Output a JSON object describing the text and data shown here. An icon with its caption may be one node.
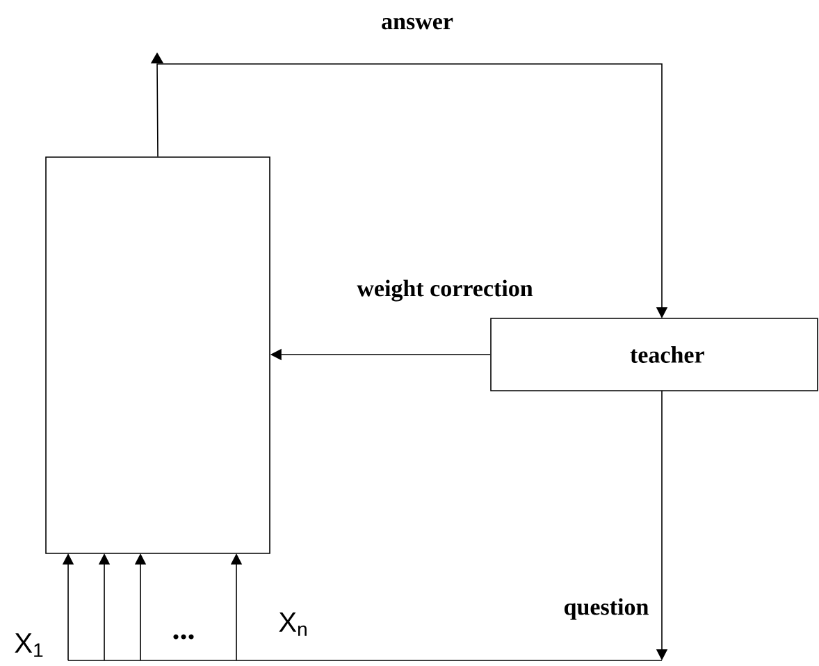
{
  "diagram": {
    "nodes": [
      {
        "text": [],
        "shape": "box"
      },
      {
        "text": [
          "teacher"
        ]
      }
    ],
    "edges": [
      {
        "from": 0,
        "to": 1,
        "arrow": "to",
        "label": "answer"
      },
      {
        "from": 1,
        "to": 0,
        "arrow": "to",
        "label": "weight correction"
      },
      {
        "from": 1,
        "to": null,
        "arrow": "to",
        "label": "question"
      },
      {
        "from": null,
        "to": 0,
        "arrow": "to"
      },
      {
        "from": null,
        "to": 0,
        "arrow": "to"
      },
      {
        "from": null,
        "to": 0,
        "arrow": "to"
      },
      {
        "from": null,
        "to": 0,
        "arrow": "to"
      }
    ],
    "labels": [
      "X$_{1}$",
      "...",
      "X$_{n}$"
    ]
  }
}
